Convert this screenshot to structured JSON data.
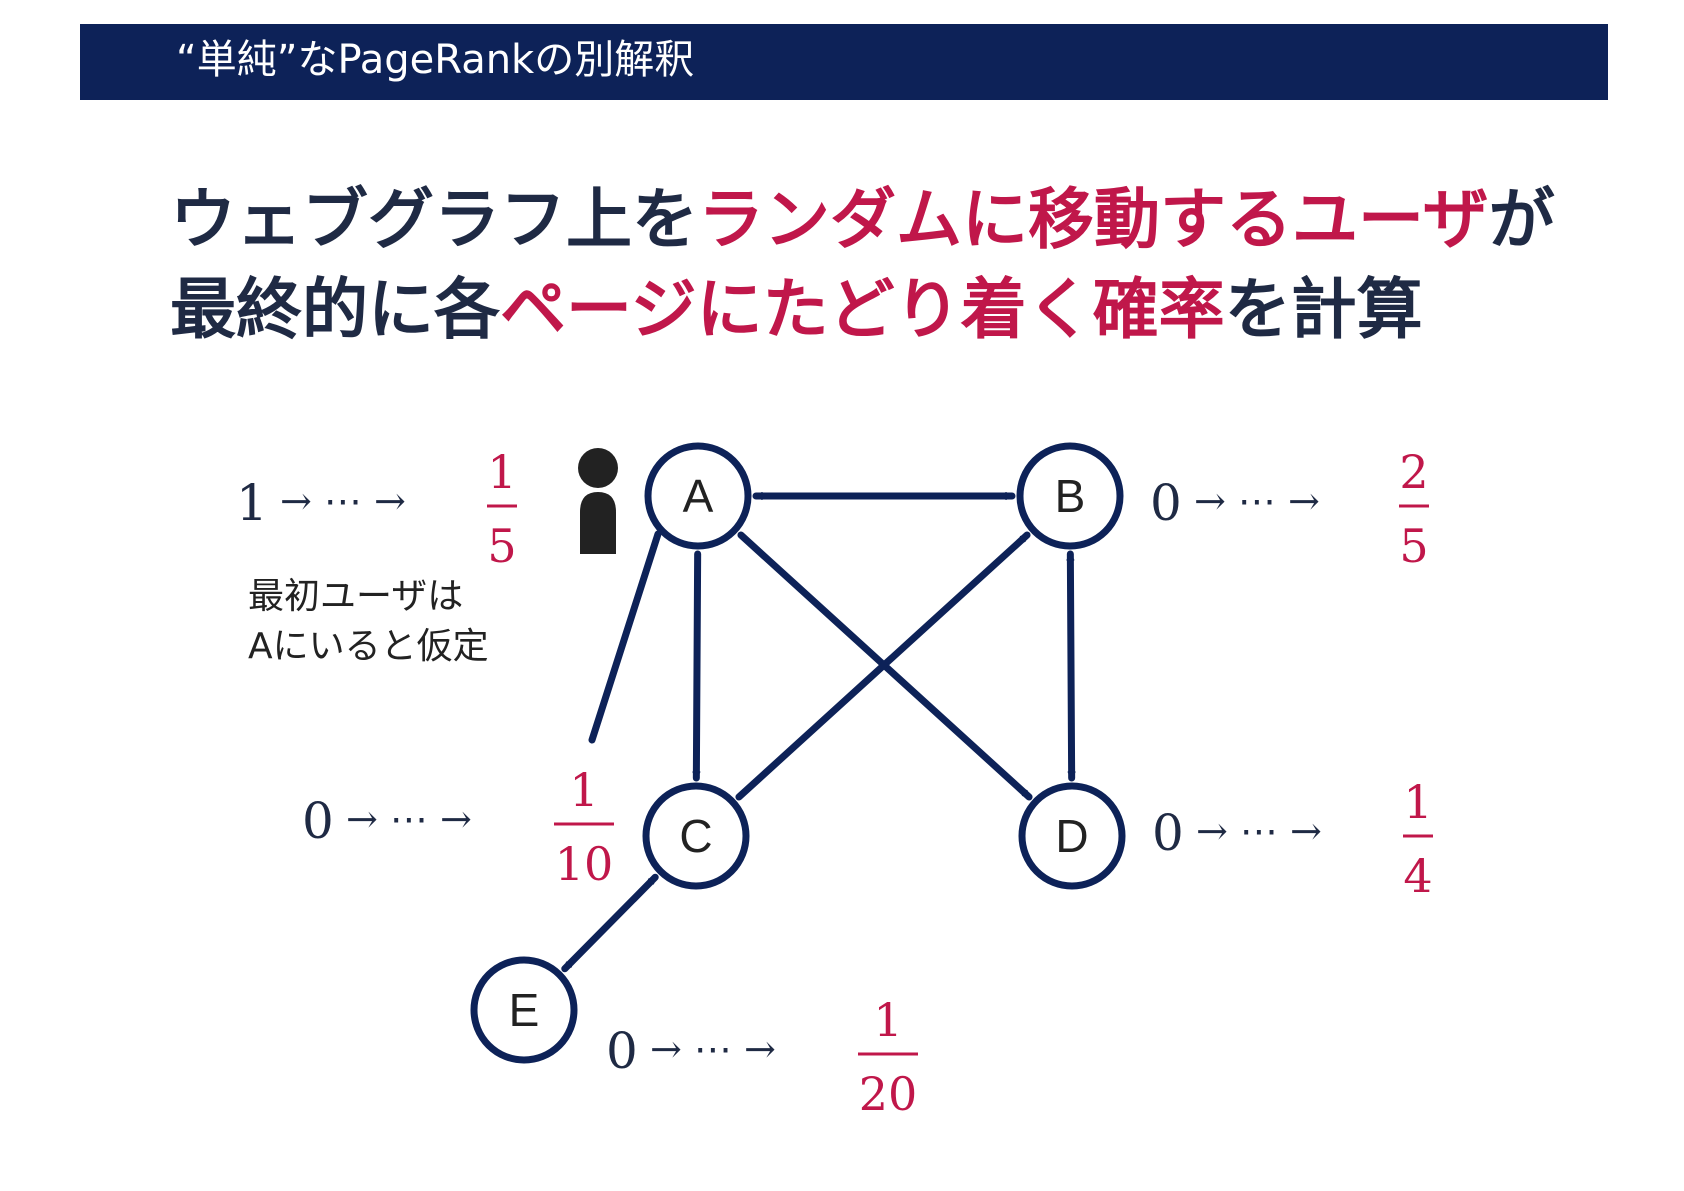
{
  "header": {
    "title": "“単純”なPageRankの別解釈"
  },
  "headline": {
    "line1": [
      {
        "text": "ウェブグラフ上を",
        "accent": false
      },
      {
        "text": "ランダムに移動するユーザ",
        "accent": true
      },
      {
        "text": "が",
        "accent": false
      }
    ],
    "line2": [
      {
        "text": "最終的に各",
        "accent": false
      },
      {
        "text": "ページにたどり着く確率",
        "accent": true
      },
      {
        "text": "を計算",
        "accent": false
      }
    ]
  },
  "colors": {
    "header_bg": "#0d2258",
    "dark_text": "#1f2a44",
    "accent": "#c0174a",
    "edge": "#0d2258"
  },
  "icons": {
    "user": "user-icon"
  },
  "note": {
    "line1": "最初ユーザは",
    "line2": "Aにいると仮定"
  },
  "graph": {
    "nodes": [
      {
        "id": "A",
        "label": "A",
        "initial": "1",
        "arrow": "→ ⋯ →",
        "num": "1",
        "den": "5"
      },
      {
        "id": "B",
        "label": "B",
        "initial": "0",
        "arrow": "→ ⋯ →",
        "num": "2",
        "den": "5"
      },
      {
        "id": "C",
        "label": "C",
        "initial": "0",
        "arrow": "→ ⋯ →",
        "num": "1",
        "den": "10"
      },
      {
        "id": "D",
        "label": "D",
        "initial": "0",
        "arrow": "→ ⋯ →",
        "num": "1",
        "den": "4"
      },
      {
        "id": "E",
        "label": "E",
        "initial": "0",
        "arrow": "→ ⋯ →",
        "num": "1",
        "den": "20"
      }
    ],
    "edges": [
      {
        "from": "A",
        "to": "B",
        "bidirectional": true
      },
      {
        "from": "A",
        "to": "C",
        "bidirectional": false
      },
      {
        "from": "A",
        "to": "D",
        "bidirectional": false
      },
      {
        "from": "C",
        "to": "B",
        "bidirectional": false
      },
      {
        "from": "B",
        "to": "D",
        "bidirectional": true
      },
      {
        "from": "C",
        "to": "E",
        "bidirectional": true
      }
    ]
  }
}
